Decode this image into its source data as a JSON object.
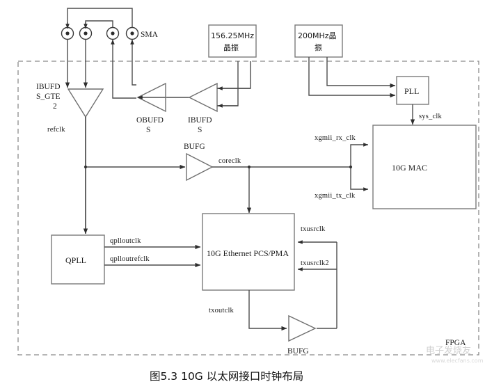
{
  "figure": {
    "caption": "图5.3    10G 以太网接口时钟布局",
    "region_label": "FPGA"
  },
  "connectors": {
    "group_label": "SMA",
    "count": 4
  },
  "oscillators": [
    {
      "id": "osc-156",
      "freq": "156.25MHz",
      "type": "晶振"
    },
    {
      "id": "osc-200",
      "freq": "200MHz晶",
      "type": "振"
    }
  ],
  "buffers": [
    {
      "id": "ibufds-gte2",
      "line1": "IBUFD",
      "line2": "S_GTE",
      "line3": "2"
    },
    {
      "id": "obufds",
      "line1": "OBUFD",
      "line2": "S"
    },
    {
      "id": "ibufds",
      "line1": "IBUFD",
      "line2": "S"
    },
    {
      "id": "bufg-core",
      "label": "BUFG"
    },
    {
      "id": "bufg-tx",
      "label": "BUFG"
    }
  ],
  "blocks": [
    {
      "id": "pll",
      "label": "PLL"
    },
    {
      "id": "mac",
      "label": "10G MAC"
    },
    {
      "id": "qpll",
      "label": "QPLL"
    },
    {
      "id": "pcspma",
      "label": "10G Ethernet PCS/PMA"
    }
  ],
  "signals": {
    "refclk": "refclk",
    "coreclk": "coreclk",
    "sys_clk": "sys_clk",
    "xgmii_rx_clk": "xgmii_rx_clk",
    "xgmii_tx_clk": "xgmii_tx_clk",
    "qplloutclk": "qplloutclk",
    "qplloutrefclk": "qplloutrefclk",
    "txusrclk": "txusrclk",
    "txusrclk2": "txusrclk2",
    "txoutclk": "txoutclk"
  },
  "watermark": {
    "line1": "电子发烧友",
    "line2": "www.elecfans.com"
  },
  "colors": {
    "wire": "#4d4d4d",
    "box_stroke": "#7a7a7a",
    "background": "#ffffff",
    "text": "#1a1a1a"
  }
}
